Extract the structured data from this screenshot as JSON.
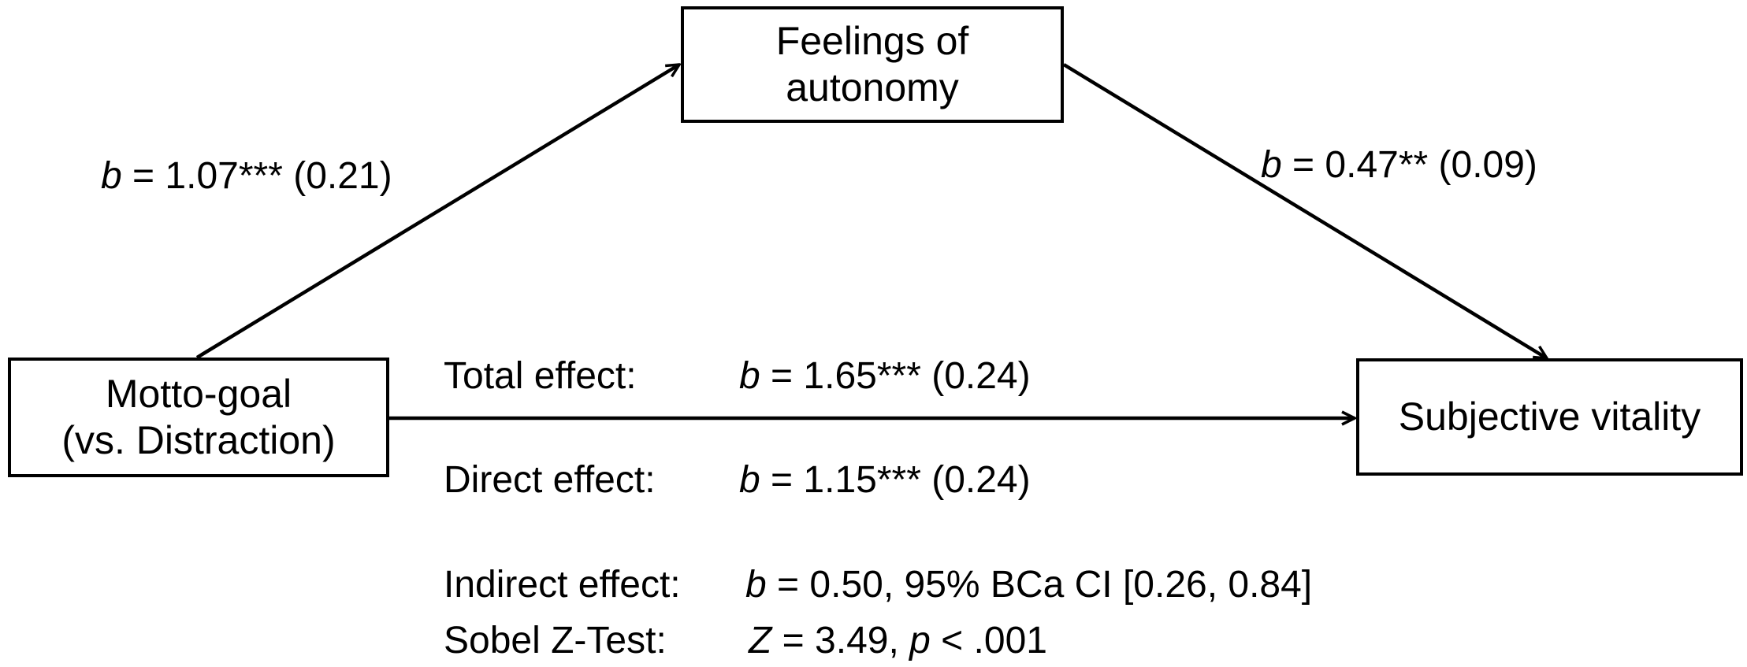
{
  "nodes": {
    "mediator": {
      "line1": "Feelings of",
      "line2": "autonomy"
    },
    "predictor": {
      "line1": "Motto-goal",
      "line2": "(vs. Distraction)"
    },
    "outcome": {
      "line1": "Subjective vitality"
    }
  },
  "paths": {
    "a": {
      "stat": "b",
      "value": " = 1.07*** (0.21)"
    },
    "b": {
      "stat": "b",
      "value": " = 0.47** (0.09)"
    }
  },
  "effects": {
    "total": {
      "label": "Total effect:",
      "stat": "b",
      "value": " = 1.65*** (0.24)"
    },
    "direct": {
      "label": "Direct effect:",
      "stat": "b",
      "value": " = 1.15*** (0.24)"
    },
    "indirect": {
      "label": "Indirect effect:",
      "stat": "b",
      "value": " = 0.50, 95% BCa CI [0.26, 0.84]"
    },
    "sobel": {
      "label": "Sobel Z-Test:",
      "stat1": "Z",
      "value1": " = 3.49, ",
      "stat2": "p",
      "value2": " < .001"
    }
  }
}
